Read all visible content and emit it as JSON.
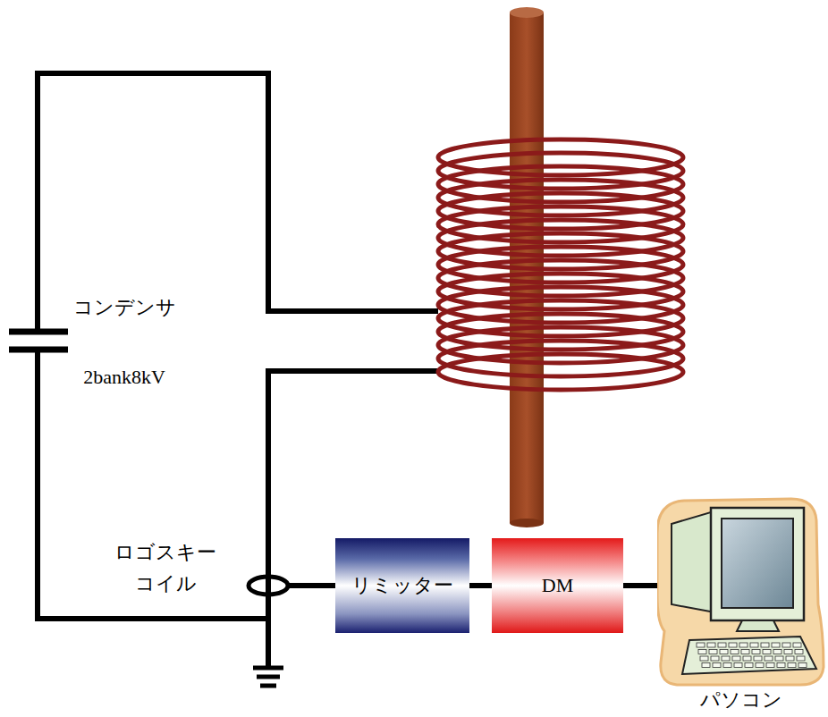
{
  "diagram": {
    "nodes": [
      {
        "text": [
          "リミッター"
        ]
      },
      {
        "text": [
          "DM"
        ]
      },
      {
        "text": [
          "パソコン"
        ]
      }
    ],
    "edges": [
      {
        "from": 0,
        "to": 1,
        "arrow": "none"
      },
      {
        "from": 1,
        "to": 2,
        "arrow": "none"
      }
    ],
    "labels": [
      "コンデンサ",
      "2bank8kV",
      "ロゴスキー コイル"
    ]
  }
}
